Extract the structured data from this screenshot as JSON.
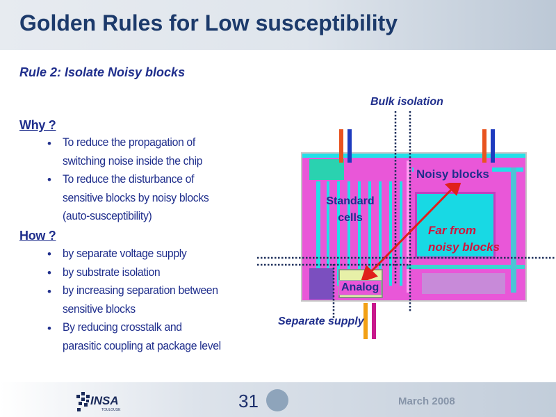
{
  "slide": {
    "title": "Golden Rules for Low susceptibility",
    "subtitle": "Rule 2: Isolate Noisy blocks",
    "why_heading": "Why ?",
    "why_bullets": [
      "To reduce the propagation of\nswitching noise inside the chip",
      "To reduce the disturbance of\nsensitive blocks by noisy blocks\n(auto-susceptibility)"
    ],
    "how_heading": "How ?",
    "how_bullets": [
      "by separate voltage supply",
      "by substrate isolation",
      "by increasing separation between\nsensitive blocks",
      "By reducing crosstalk and\nparasitic coupling at package level"
    ]
  },
  "figure": {
    "bulk_isolation": "Bulk isolation",
    "noisy_blocks": "Noisy blocks",
    "standard_cells": "Standard\ncells",
    "far_from": "Far from\nnoisy blocks",
    "analog": "Analog",
    "separate_supply": "Separate supply"
  },
  "footer": {
    "page_number": "31",
    "date": "March 2008",
    "logo_text": "INSA",
    "logo_subtext": "TOULOUSE"
  },
  "colors": {
    "title": "#1c3a6b",
    "text": "#1f2e8c",
    "chip_magenta": "#e957d8",
    "chip_cyan": "#22e0e8",
    "arrow": "#e0201c",
    "label_red": "#d2143c"
  }
}
